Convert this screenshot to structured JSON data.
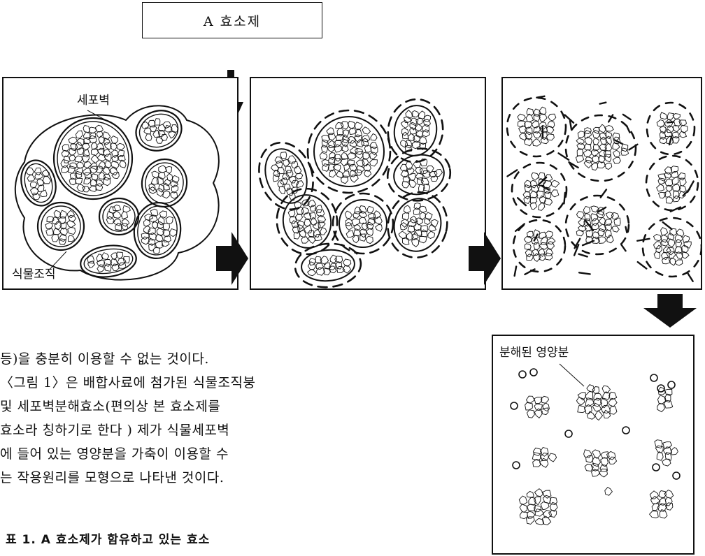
{
  "enzyme_box": {
    "label": "A 효소제"
  },
  "panels": {
    "panel1": {
      "cell_wall_label": "세포벽",
      "plant_tissue_label": "식물조직"
    },
    "panel4": {
      "nutrient_label": "분해된 영양분"
    }
  },
  "body_text": [
    "등)을 충분히 이용할 수 없는 것이다.",
    "〈그림 1〉은 배합사료에 첨가된 식물조직붕",
    "및 세포벽분해효소(편의상  본  효소제를",
    "효소라 칭하기로 한다 ) 제가  식물세포벽",
    "에 들어 있는 영양분을  가축이 이용할 수",
    "는 작용원리를 모형으로 나타낸 것이다."
  ],
  "table_caption": "표 1. A 효소제가 함유하고 있는 효소",
  "colors": {
    "ink": "#111111",
    "background": "#ffffff"
  }
}
